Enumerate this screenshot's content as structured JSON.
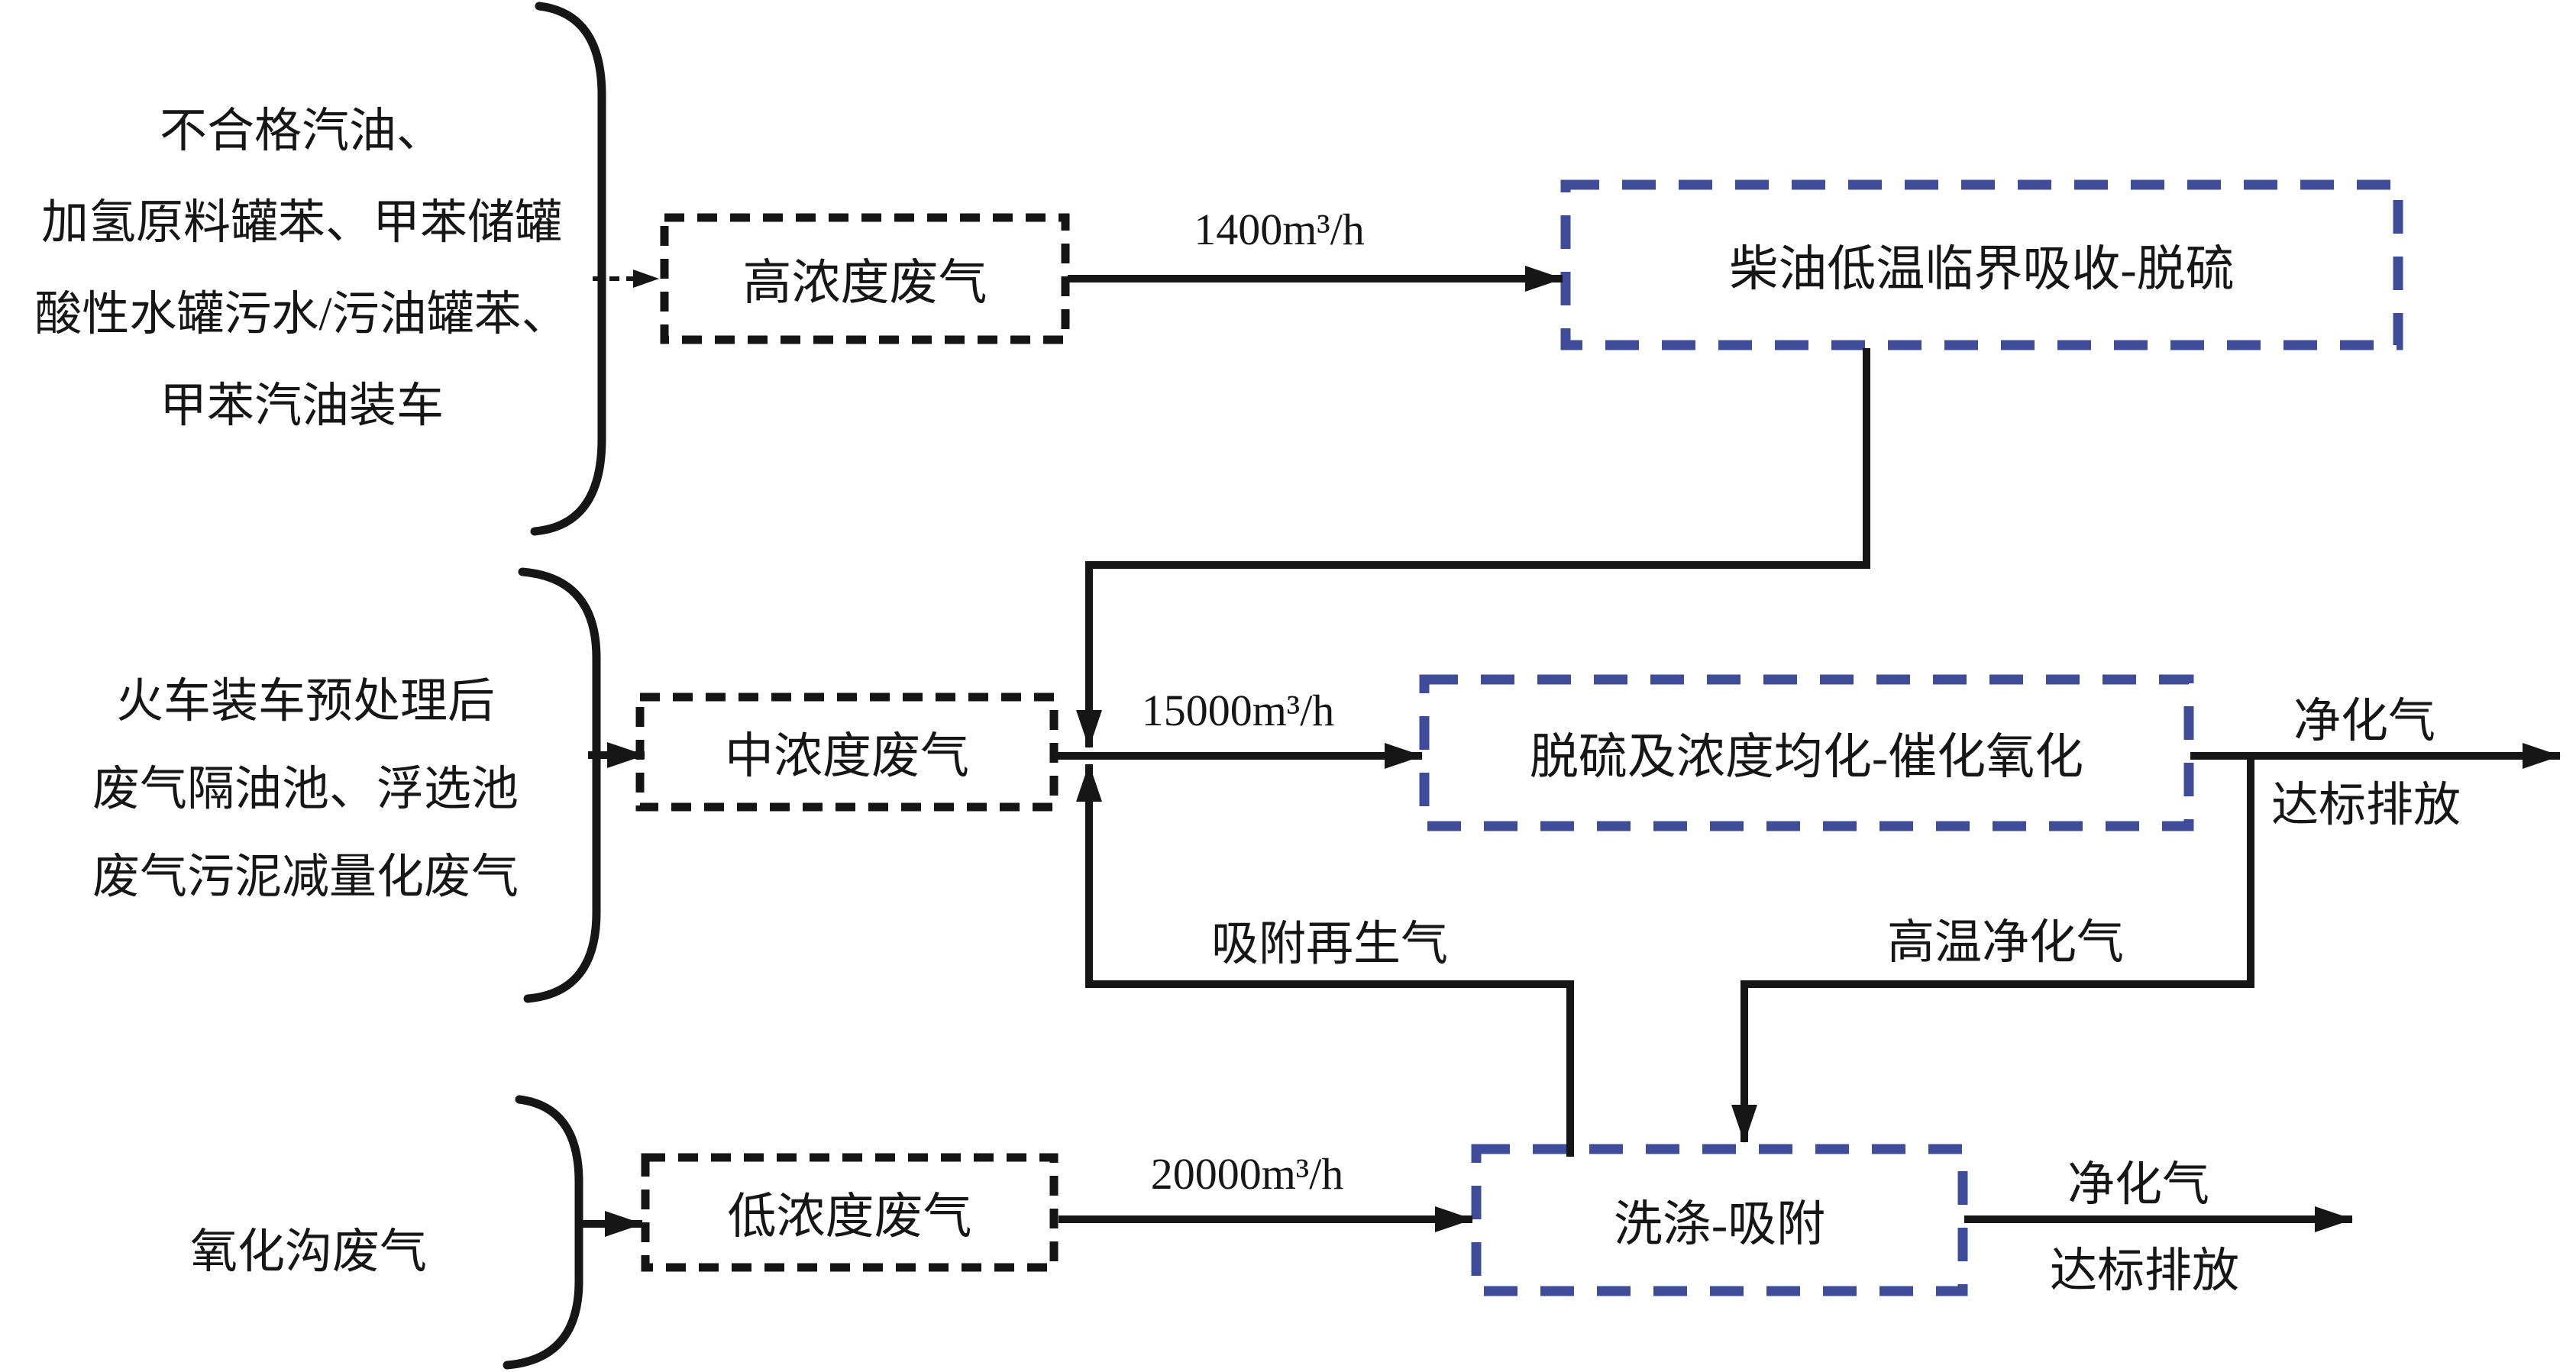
{
  "sources": {
    "block1": {
      "lines": [
        "不合格汽油、",
        "加氢原料罐苯、甲苯储罐",
        "酸性水罐污水/污油罐苯、",
        "甲苯汽油装车"
      ]
    },
    "block2": {
      "lines": [
        "火车装车预处理后",
        "废气隔油池、浮选池",
        "废气污泥减量化废气"
      ]
    },
    "block3": {
      "lines": [
        "氧化沟废气"
      ]
    }
  },
  "nodes": {
    "high": "高浓度废气",
    "mid": "中浓度废气",
    "low": "低浓度废气",
    "diesel": "柴油低温临界吸收-脱硫",
    "catox": "脱硫及浓度均化-催化氧化",
    "wash": "洗涤-吸附"
  },
  "rates": {
    "high": "1400m³/h",
    "mid": "15000m³/h",
    "low": "20000m³/h"
  },
  "streams": {
    "regen": "吸附再生气",
    "hot": "高温净化气",
    "clean_mid_top": "净化气",
    "clean_mid_bottom": "达标排放",
    "clean_low_top": "净化气",
    "clean_low_bottom": "达标排放"
  },
  "colors": {
    "ink": "#161616",
    "process_box_blue": "#3e4c99"
  }
}
